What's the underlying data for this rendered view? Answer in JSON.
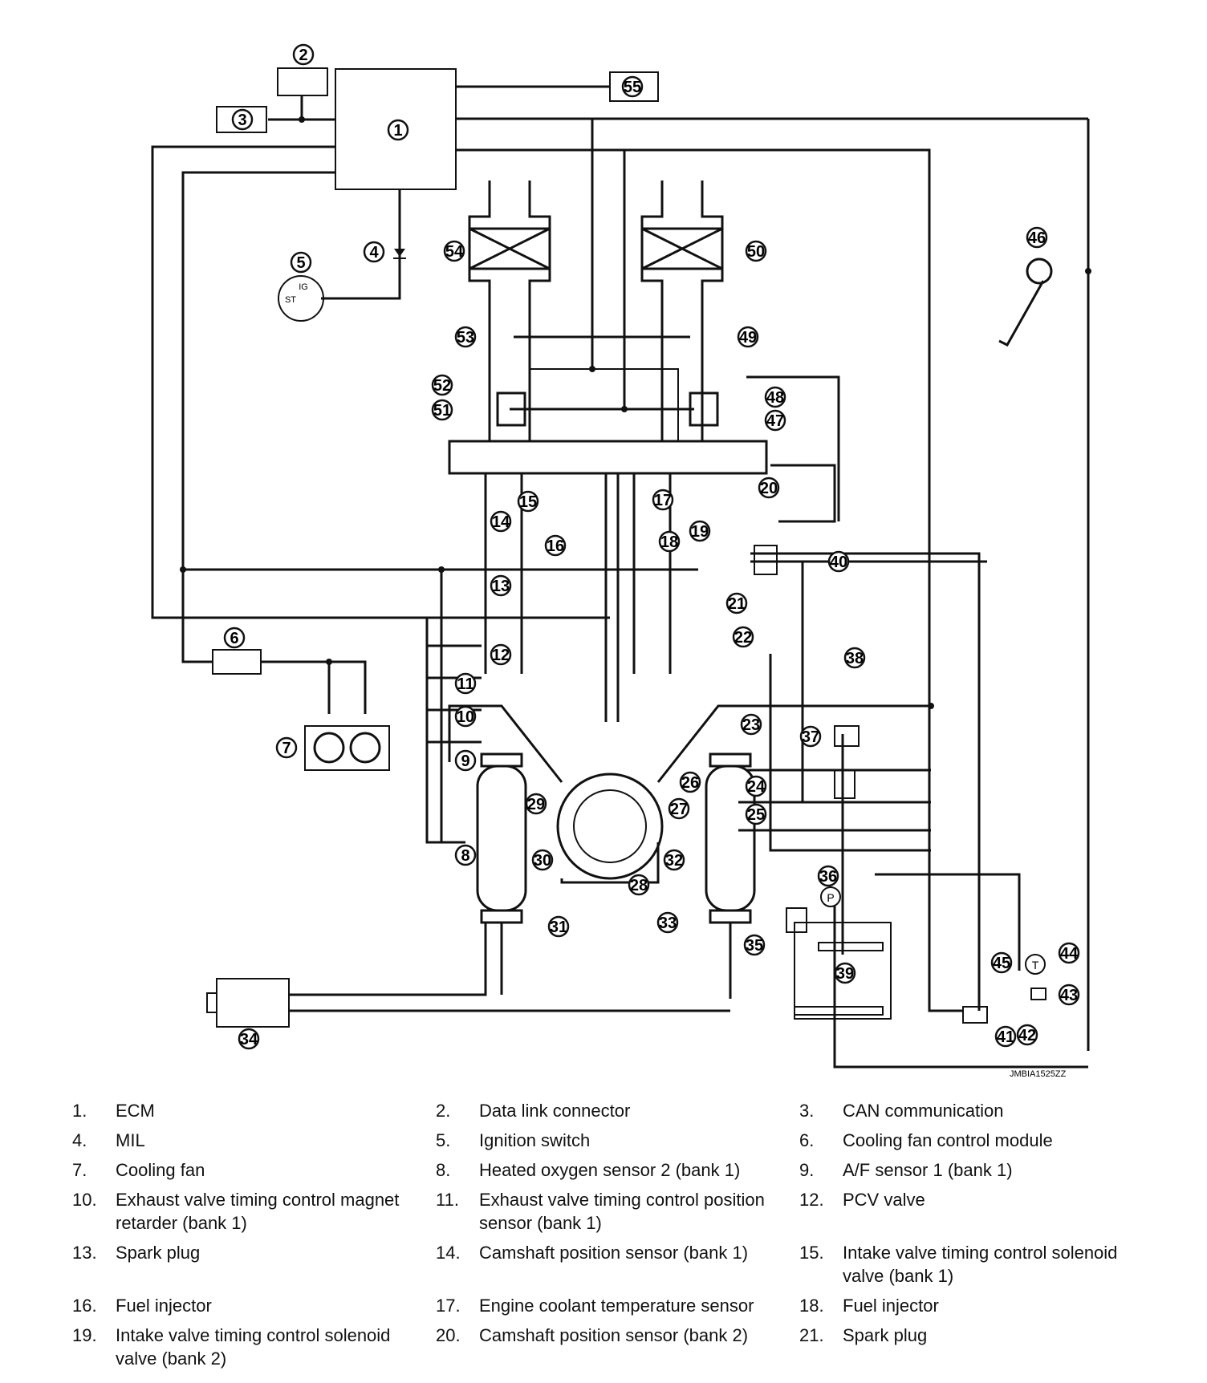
{
  "diagram": {
    "reference_code": "JMBIA1525ZZ",
    "callouts": [
      "1",
      "2",
      "3",
      "4",
      "5",
      "6",
      "7",
      "8",
      "9",
      "10",
      "11",
      "12",
      "13",
      "14",
      "15",
      "16",
      "17",
      "18",
      "19",
      "20",
      "21",
      "22",
      "23",
      "24",
      "25",
      "26",
      "27",
      "28",
      "29",
      "30",
      "31",
      "32",
      "33",
      "34",
      "35",
      "36",
      "37",
      "38",
      "39",
      "40",
      "41",
      "42",
      "43",
      "44",
      "45",
      "46",
      "47",
      "48",
      "49",
      "50",
      "51",
      "52",
      "53",
      "54",
      "55"
    ],
    "ignition_labels": {
      "ig": "IG",
      "st": "ST"
    },
    "symbols": {
      "pressure": "P",
      "temperature": "T"
    }
  },
  "legend": [
    {
      "num": "1.",
      "text": "ECM"
    },
    {
      "num": "2.",
      "text": "Data link connector"
    },
    {
      "num": "3.",
      "text": "CAN communication"
    },
    {
      "num": "4.",
      "text": "MIL"
    },
    {
      "num": "5.",
      "text": "Ignition switch"
    },
    {
      "num": "6.",
      "text": "Cooling fan control module"
    },
    {
      "num": "7.",
      "text": "Cooling fan"
    },
    {
      "num": "8.",
      "text": "Heated oxygen sensor 2 (bank 1)"
    },
    {
      "num": "9.",
      "text": "A/F sensor 1 (bank 1)"
    },
    {
      "num": "10.",
      "text": "Exhaust valve timing control magnet retarder (bank 1)"
    },
    {
      "num": "11.",
      "text": "Exhaust valve timing control position sensor (bank 1)"
    },
    {
      "num": "12.",
      "text": "PCV valve"
    },
    {
      "num": "13.",
      "text": "Spark plug"
    },
    {
      "num": "14.",
      "text": "Camshaft position sensor (bank 1)"
    },
    {
      "num": "15.",
      "text": "Intake valve timing control solenoid valve (bank 1)"
    },
    {
      "num": "16.",
      "text": "Fuel injector"
    },
    {
      "num": "17.",
      "text": "Engine coolant temperature sensor"
    },
    {
      "num": "18.",
      "text": "Fuel injector"
    },
    {
      "num": "19.",
      "text": "Intake valve timing control solenoid valve (bank 2)"
    },
    {
      "num": "20.",
      "text": "Camshaft position sensor (bank 2)"
    },
    {
      "num": "21.",
      "text": "Spark plug"
    }
  ]
}
